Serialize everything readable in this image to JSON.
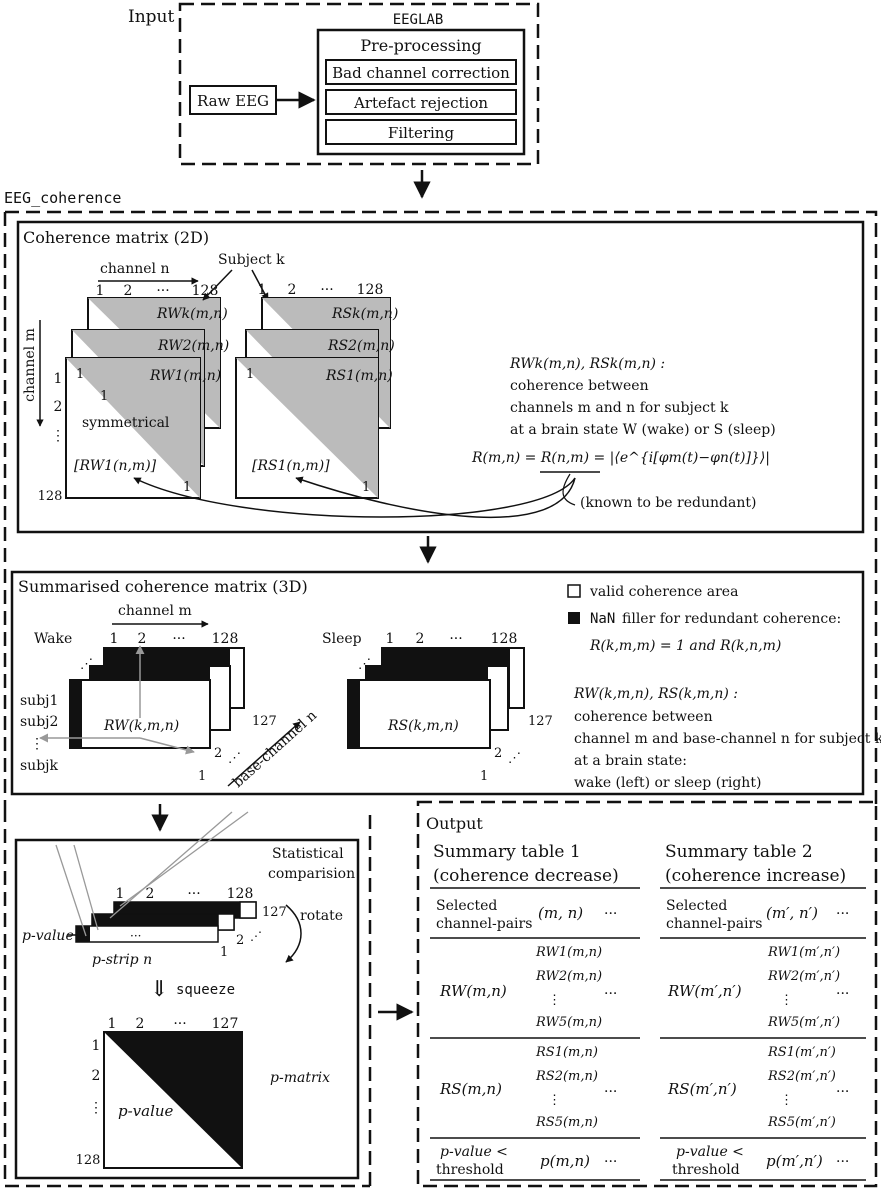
{
  "input": {
    "title": "Input",
    "tool": "EEGLAB",
    "raw": "Raw EEG",
    "preprocessing": "Pre-processing",
    "steps": [
      "Bad channel correction",
      "Artefact rejection",
      "Filtering"
    ]
  },
  "coherence": {
    "tool": "EEG_coherence",
    "title": "Coherence matrix (2D)",
    "channel_n": "channel n",
    "channel_m": "channel m",
    "subject_k": "Subject k",
    "ticks_top": [
      "1",
      "2",
      "···",
      "128"
    ],
    "ticks_left": [
      "1",
      "2",
      "⋮",
      "128"
    ],
    "w_labels": [
      "RWk(m,n)",
      "RW2(m,n)",
      "RW1(m,n)"
    ],
    "s_labels": [
      "RSk(m,n)",
      "RS2(m,n)",
      "RS1(m,n)"
    ],
    "symmetrical": "symmetrical",
    "diag_one": "1",
    "w_lower": "[RW1(n,m)]",
    "s_lower": "[RS1(n,m)]",
    "legend_vars": "RWk(m,n), RSk(m,n) :",
    "legend_lines": [
      "coherence between",
      "channels m and n for subject k",
      "at a brain state W (wake) or S (sleep)"
    ],
    "formula": "R(m,n) = R(n,m) = |⟨e^{i[φm(t)−φn(t)]}⟩|",
    "redundant": "(known to be redundant)"
  },
  "summarised": {
    "title": "Summarised coherence matrix (3D)",
    "wake": "Wake",
    "sleep": "Sleep",
    "channel_m": "channel m",
    "base_channel": "base-channel n",
    "ticks": [
      "1",
      "2",
      "···",
      "128"
    ],
    "subj_labels": [
      "subj1",
      "subj2",
      "⋮",
      "subjk"
    ],
    "depth_ticks": [
      "127",
      "2",
      "1"
    ],
    "w_label": "RW(k,m,n)",
    "s_label": "RS(k,m,n)",
    "legend_valid": "valid coherence area",
    "legend_nan_mono": "NaN",
    "legend_nan": "filler for redundant coherence:",
    "legend_nan_eq": "R(k,m,m) = 1 and R(k,n,m)",
    "legend_vars": "RW(k,m,n), RS(k,m,n) :",
    "legend_lines": [
      "coherence between",
      "channel m and base-channel n for subject k",
      "at a brain state:",
      "wake (left) or sleep (right)"
    ]
  },
  "stats": {
    "title_lines": [
      "Statistical",
      "comparision"
    ],
    "ticks": [
      "1",
      "2",
      "···",
      "128"
    ],
    "depth": "127",
    "rotate": "rotate",
    "p_value": "p-value",
    "p_strip": "p-strip n",
    "squeeze": "squeeze",
    "p_ticks_top": [
      "1",
      "2",
      "···",
      "127"
    ],
    "p_ticks_left": [
      "1",
      "2",
      "⋮",
      "128"
    ],
    "p_matrix": "p-matrix",
    "p_value_area": "p-value"
  },
  "output": {
    "title": "Output",
    "tables": [
      {
        "title_lines": [
          "Summary table 1",
          "(coherence decrease)"
        ],
        "selected": [
          "Selected",
          "channel-pairs"
        ],
        "pair": "(m, n)",
        "rw": "RW(m,n)",
        "rw_items": [
          "RW1(m,n)",
          "RW2(m,n)",
          "⋮",
          "RW5(m,n)"
        ],
        "rs": "RS(m,n)",
        "rs_items": [
          "RS1(m,n)",
          "RS2(m,n)",
          "⋮",
          "RS5(m,n)"
        ],
        "pval": [
          "p-value <",
          "threshold"
        ],
        "p": "p(m,n)",
        "dots": "···"
      },
      {
        "title_lines": [
          "Summary table 2",
          "(coherence increase)"
        ],
        "selected": [
          "Selected",
          "channel-pairs"
        ],
        "pair": "(m′, n′)",
        "rw": "RW(m′,n′)",
        "rw_items": [
          "RW1(m′,n′)",
          "RW2(m′,n′)",
          "⋮",
          "RW5(m′,n′)"
        ],
        "rs": "RS(m′,n′)",
        "rs_items": [
          "RS1(m′,n′)",
          "RS2(m′,n′)",
          "⋮",
          "RS5(m′,n′)"
        ],
        "pval": [
          "p-value <",
          "threshold"
        ],
        "p": "p(m′,n′)",
        "dots": "···"
      }
    ]
  }
}
